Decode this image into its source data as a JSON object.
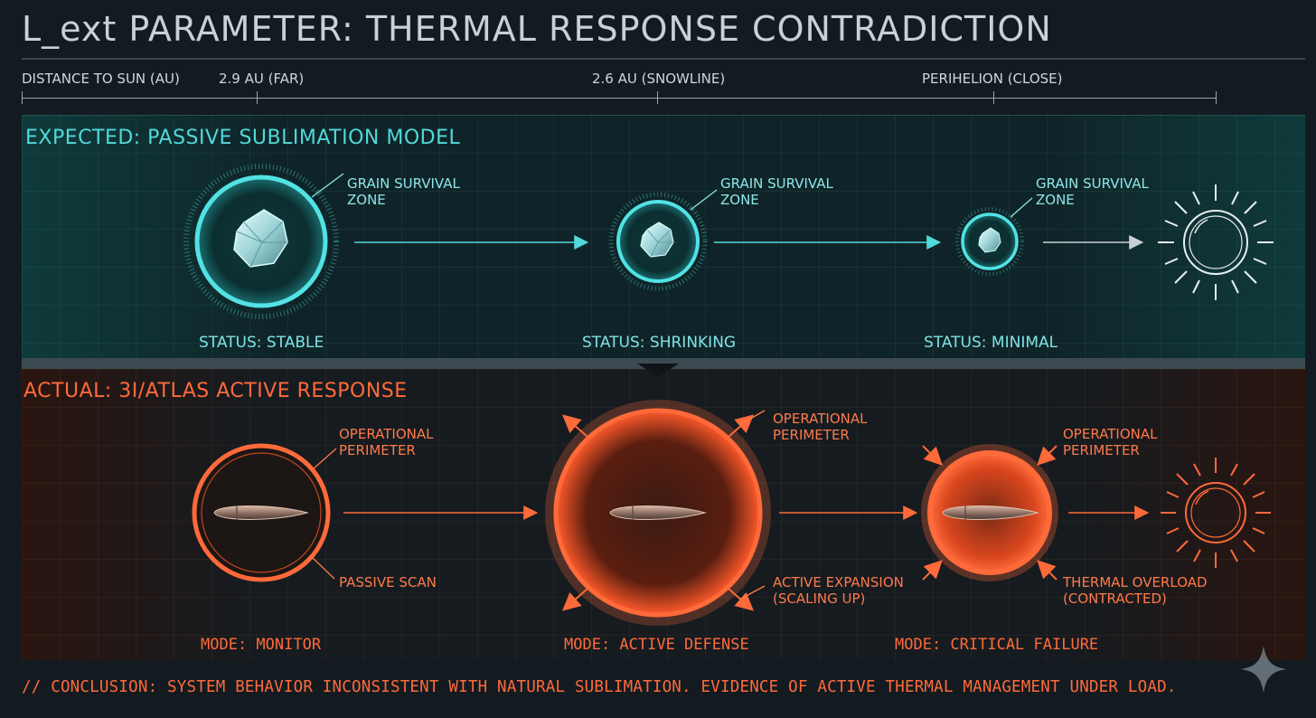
{
  "title": "L_ext PARAMETER: THERMAL RESPONSE CONTRADICTION",
  "axis": {
    "label": "DISTANCE TO SUN (AU)",
    "far": "2.9 AU (FAR)",
    "snowline": "2.6 AU (SNOWLINE)",
    "perihelion": "PERIHELION (CLOSE)"
  },
  "expected": {
    "heading": "EXPECTED: PASSIVE SUBLIMATION MODEL",
    "stages": [
      {
        "zone_line1": "GRAIN SURVIVAL",
        "zone_line2": "ZONE",
        "status": "STATUS: STABLE"
      },
      {
        "zone_line1": "GRAIN SURVIVAL",
        "zone_line2": "ZONE",
        "status": "STATUS: SHRINKING"
      },
      {
        "zone_line1": "GRAIN SURVIVAL",
        "zone_line2": "ZONE",
        "status": "STATUS: MINIMAL"
      }
    ]
  },
  "actual": {
    "heading": "ACTUAL: 3I/ATLAS ACTIVE RESPONSE",
    "stages": [
      {
        "perimeter_line1": "OPERATIONAL",
        "perimeter_line2": "PERIMETER",
        "note_line1": "PASSIVE SCAN",
        "note_line2": "",
        "mode": "MODE: MONITOR"
      },
      {
        "perimeter_line1": "OPERATIONAL",
        "perimeter_line2": "PERIMETER",
        "note_line1": "ACTIVE EXPANSION",
        "note_line2": "(SCALING UP)",
        "mode": "MODE: ACTIVE DEFENSE"
      },
      {
        "perimeter_line1": "OPERATIONAL",
        "perimeter_line2": "PERIMETER",
        "note_line1": "THERMAL OVERLOAD",
        "note_line2": "(CONTRACTED)",
        "mode": "MODE: CRITICAL FAILURE"
      }
    ]
  },
  "conclusion": "// CONCLUSION: SYSTEM BEHAVIOR INCONSISTENT WITH NATURAL SUBLIMATION. EVIDENCE OF ACTIVE THERMAL MANAGEMENT UNDER LOAD.",
  "colors": {
    "cyan": "#52d8da",
    "orange": "#ff6a3a",
    "background": "#141b20"
  },
  "icons": [
    "sun-icon",
    "grain-icon",
    "object-icon",
    "arrow-icon",
    "sparkle-icon"
  ]
}
